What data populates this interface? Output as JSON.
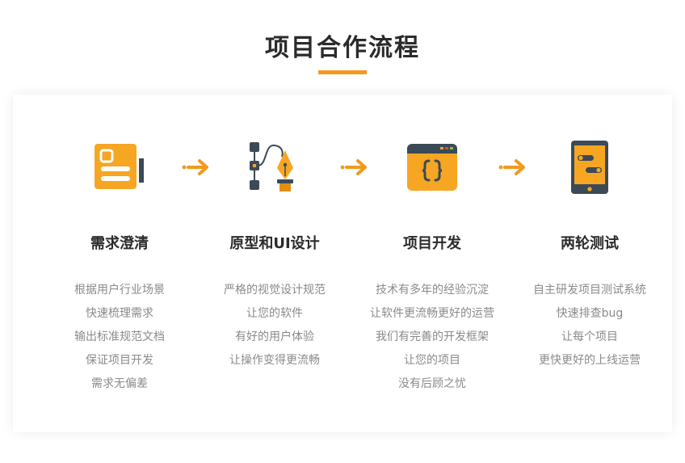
{
  "page": {
    "title": "项目合作流程",
    "accent_color": "#f29a1f",
    "icon_dark_color": "#3b4a57"
  },
  "steps": [
    {
      "title": "需求澄清",
      "icon": "document-icon",
      "lines": [
        "根据用户行业场景",
        "快速梳理需求",
        "输出标准规范文档",
        "保证项目开发",
        "需求无偏差"
      ]
    },
    {
      "title": "原型和UI设计",
      "icon": "pen-tool-icon",
      "lines": [
        "严格的视觉设计规范",
        "让您的软件",
        "有好的用户体验",
        "让操作变得更流畅"
      ]
    },
    {
      "title": "项目开发",
      "icon": "code-window-icon",
      "lines": [
        "技术有多年的经验沉淀",
        "让软件更流畅更好的运营",
        "我们有完善的开发框架",
        "让您的项目",
        "没有后顾之忧"
      ]
    },
    {
      "title": "两轮测试",
      "icon": "mobile-test-icon",
      "lines": [
        "自主研发项目测试系统",
        "快速排查bug",
        "让每个项目",
        "更快更好的上线运营"
      ]
    }
  ]
}
